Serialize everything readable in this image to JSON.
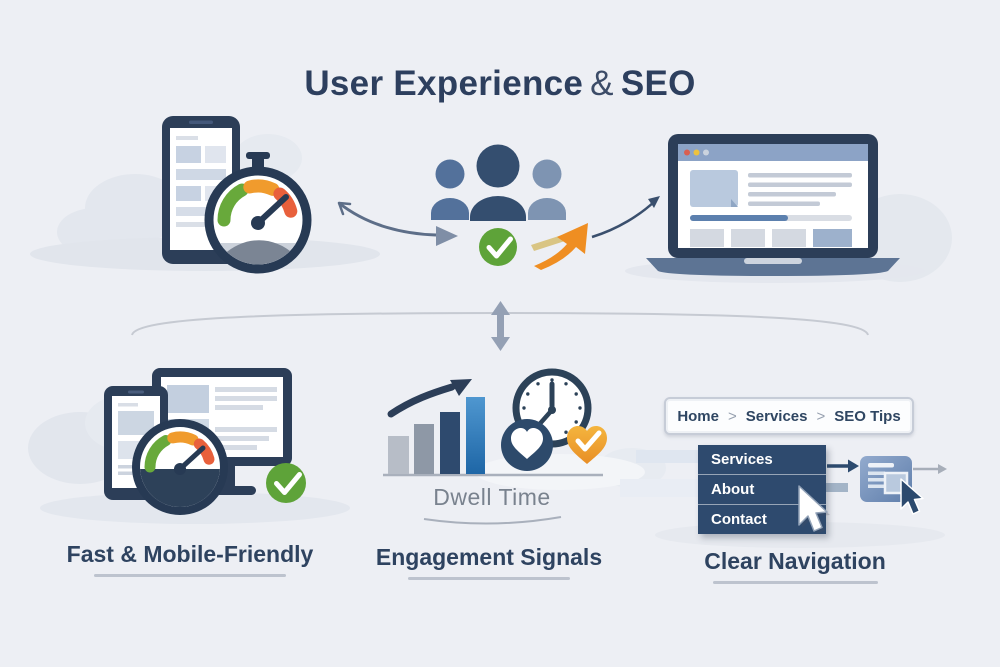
{
  "title": {
    "part1": "User Experience",
    "amp": "&",
    "part2": "SEO"
  },
  "sections": {
    "fast": {
      "caption": "Fast & Mobile-Friendly"
    },
    "engagement": {
      "caption": "Engagement Signals",
      "annotation": "Dwell Time"
    },
    "navigation": {
      "caption": "Clear Navigation",
      "breadcrumb": {
        "items": [
          "Home",
          "Services",
          "SEO Tips"
        ],
        "separator": ">"
      },
      "menu": {
        "items": [
          "Services",
          "About",
          "Contact"
        ]
      }
    }
  },
  "icons": {
    "check": "✓",
    "speedometer": "gauge with green-orange-red arc and needle",
    "users": "three person silhouettes",
    "clock": "analog clock",
    "heart": "heart badge",
    "cursor": "mouse pointer"
  },
  "colors": {
    "background": "#edeff4",
    "navy": "#2c3e58",
    "medium_blue": "#53719b",
    "light_blue": "#7e94b2",
    "bar_blue": "#2470b3",
    "green": "#5ea339",
    "orange": "#ef8e22",
    "red_orange": "#e8603c",
    "amber": "#eec23d",
    "title_text": "#2d3f5e",
    "muted_text": "#79828e"
  }
}
